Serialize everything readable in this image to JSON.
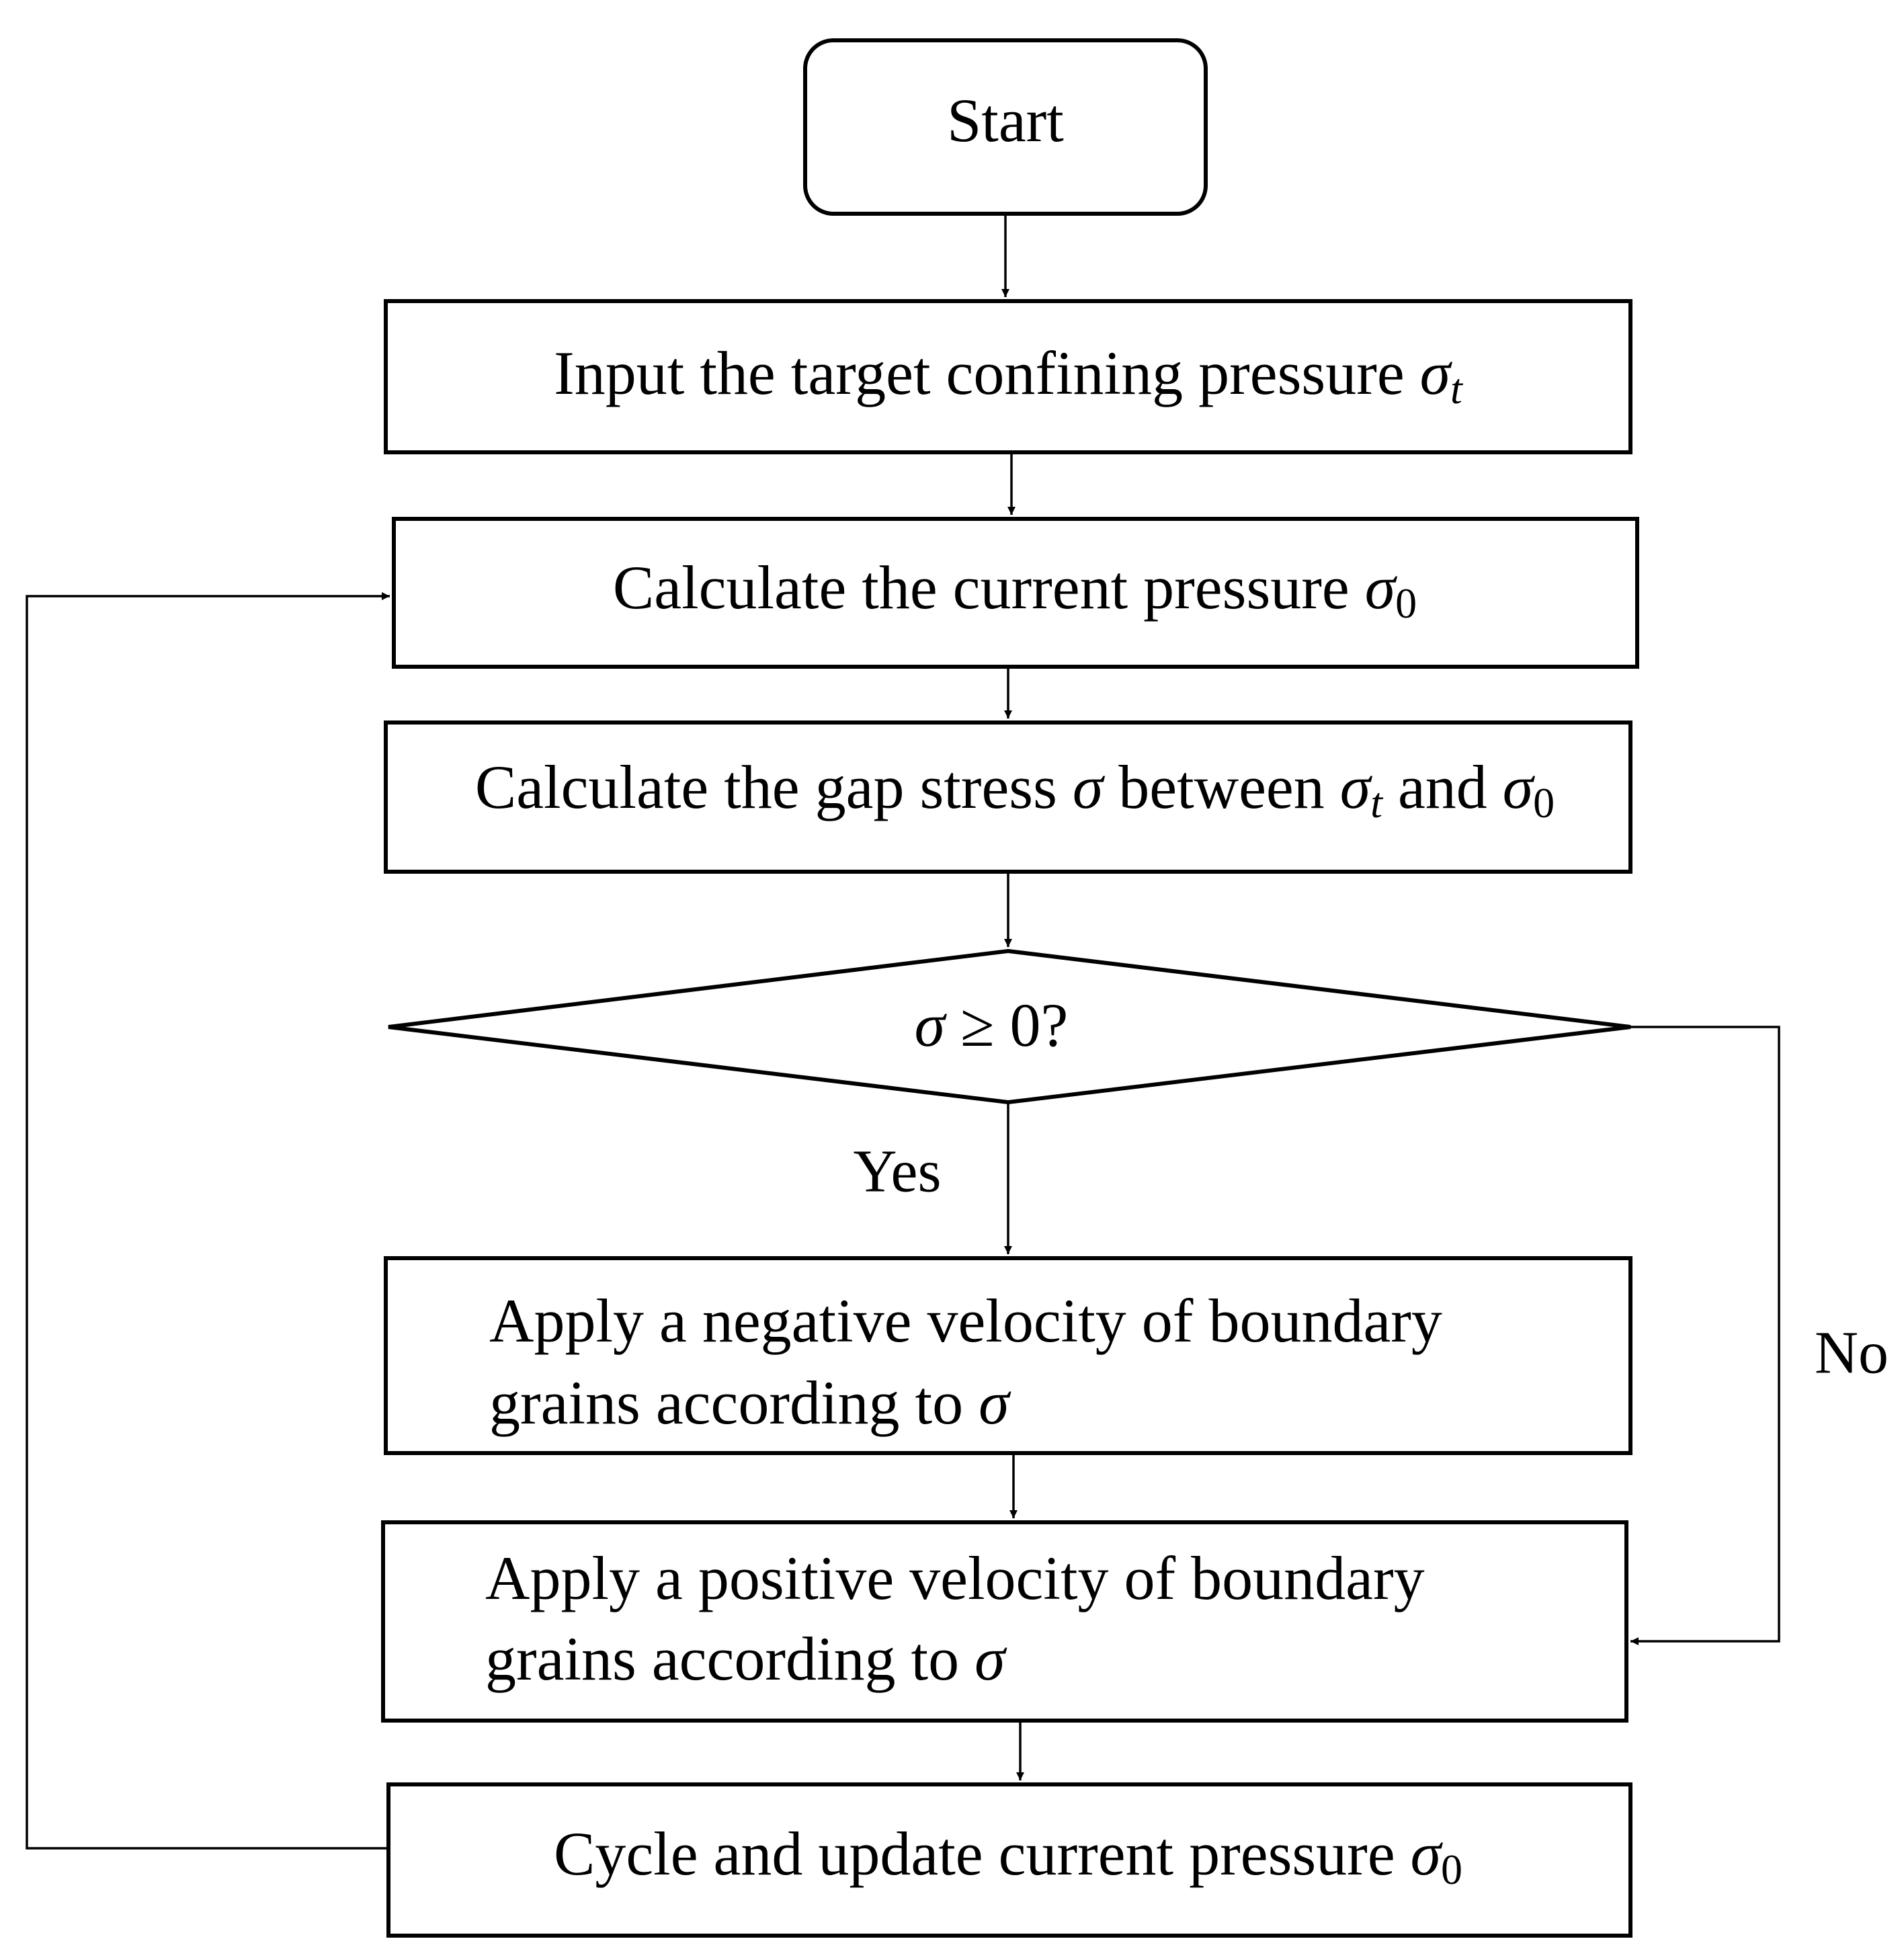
{
  "flowchart": {
    "start": {
      "label": "Start"
    },
    "input": {
      "text": "Input the target confining pressure ",
      "sym": "σ",
      "sub": "t"
    },
    "calc_current": {
      "text": "Calculate the current pressure ",
      "sym": "σ",
      "sub": "0"
    },
    "calc_gap": {
      "text1": "Calculate the gap stress ",
      "sym1": "σ",
      "text2": " between ",
      "sym2": "σ",
      "sub2": "t",
      "text3": " and ",
      "sym3": "σ",
      "sub3": "0"
    },
    "decision": {
      "sym": "σ",
      "text": " ≥ 0?"
    },
    "negative": {
      "line1": "Apply a negative velocity of boundary",
      "line2": "grains according to ",
      "sym": "σ"
    },
    "positive": {
      "line1": "Apply a positive velocity of boundary",
      "line2": "grains according to ",
      "sym": "σ"
    },
    "cycle": {
      "text": "Cycle and update current pressure ",
      "sym": "σ",
      "sub": "0"
    },
    "edges": {
      "yes": "Yes",
      "no": "No"
    }
  }
}
